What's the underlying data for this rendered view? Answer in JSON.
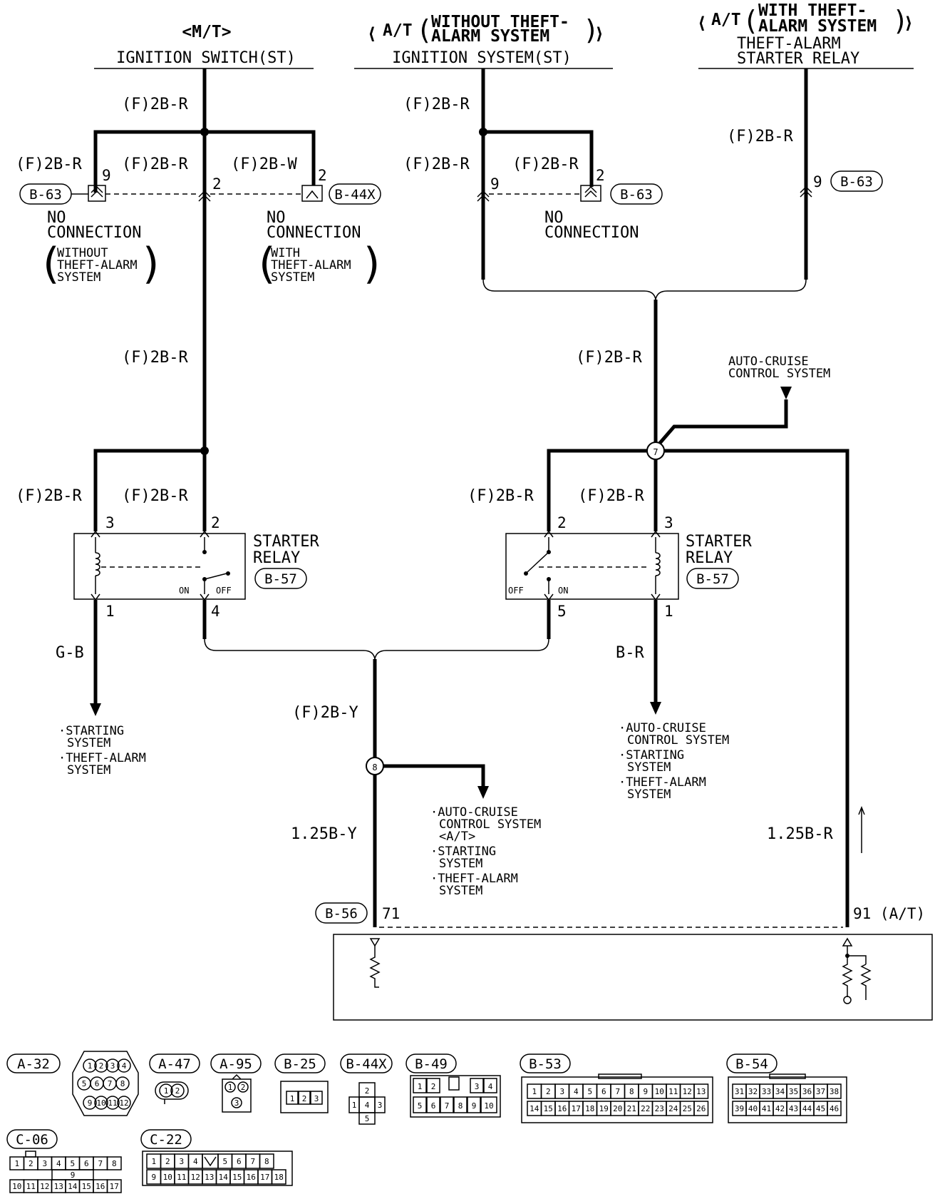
{
  "headers": {
    "mt_mode": "<M/T>",
    "mt_title": "IGNITION SWITCH(ST)",
    "at1_prefix": "A/T",
    "at1_cond_l1": "WITHOUT THEFT-",
    "at1_cond_l2": "ALARM SYSTEM",
    "at1_title": "IGNITION SYSTEM(ST)",
    "at2_prefix": "A/T",
    "at2_cond_l1": "WITH THEFT-",
    "at2_cond_l2": "ALARM SYSTEM",
    "at2_title_l1": "THEFT-ALARM",
    "at2_title_l2": "STARTER RELAY"
  },
  "wires": {
    "f2br": "(F)2B-R",
    "f2bw": "(F)2B-W",
    "f2by": "(F)2B-Y",
    "gb": "G-B",
    "br": "B-R",
    "b125y": "1.25B-Y",
    "b125r": "1.25B-R"
  },
  "connectors": {
    "b63": "B-63",
    "b44x": "B-44X",
    "b57": "B-57",
    "b56": "B-56"
  },
  "pins": {
    "p9": "9",
    "p2": "2",
    "p3": "3",
    "p1": "1",
    "p4": "4",
    "p5": "5",
    "p71": "71",
    "p91": "91 (A/T)"
  },
  "notes": {
    "no_connection_l1": "NO",
    "no_connection_l2": "CONNECTION",
    "without_l1": "WITHOUT",
    "without_l2": "THEFT-ALARM",
    "without_l3": "SYSTEM",
    "with_l1": "WITH",
    "with_l2": "THEFT-ALARM",
    "with_l3": "SYSTEM",
    "starter_relay_l1": "STARTER",
    "starter_relay_l2": "RELAY",
    "on": "ON",
    "off": "OFF",
    "auto_cruise_l1": "AUTO-CRUISE",
    "auto_cruise_l2": "CONTROL SYSTEM",
    "junction_8": "8",
    "junction_7": "7"
  },
  "destinations": {
    "left_1a": "STARTING",
    "left_1b": "SYSTEM",
    "left_2a": "THEFT-ALARM",
    "left_2b": "SYSTEM",
    "mid_1a": "AUTO-CRUISE",
    "mid_1b": "CONTROL SYSTEM",
    "mid_1c": "<A/T>",
    "mid_2a": "STARTING",
    "mid_2b": "SYSTEM",
    "mid_3a": "THEFT-ALARM",
    "mid_3b": "SYSTEM",
    "right_1a": "AUTO-CRUISE",
    "right_1b": "CONTROL SYSTEM",
    "right_2a": "STARTING",
    "right_2b": "SYSTEM",
    "right_3a": "THEFT-ALARM",
    "right_3b": "SYSTEM"
  },
  "connector_views": [
    {
      "id": "A-32",
      "pins": [
        "1",
        "2",
        "3",
        "4",
        "5",
        "6",
        "7",
        "8",
        "9",
        "10",
        "11",
        "12"
      ]
    },
    {
      "id": "A-47",
      "pins": [
        "1",
        "2"
      ]
    },
    {
      "id": "A-95",
      "pins": [
        "1",
        "2",
        "3"
      ]
    },
    {
      "id": "B-25",
      "pins": [
        "1",
        "2",
        "3"
      ]
    },
    {
      "id": "B-44X",
      "pins": [
        "1",
        "2",
        "3",
        "4",
        "5"
      ]
    },
    {
      "id": "B-49",
      "pins": [
        "1",
        "2",
        "3",
        "4",
        "5",
        "6",
        "7",
        "8",
        "9",
        "10"
      ]
    },
    {
      "id": "B-53",
      "pins": [
        "1",
        "2",
        "3",
        "4",
        "5",
        "6",
        "7",
        "8",
        "9",
        "10",
        "11",
        "12",
        "13",
        "14",
        "15",
        "16",
        "17",
        "18",
        "19",
        "20",
        "21",
        "22",
        "23",
        "24",
        "25",
        "26"
      ]
    },
    {
      "id": "B-54",
      "pins": [
        "31",
        "32",
        "33",
        "34",
        "35",
        "36",
        "37",
        "38",
        "39",
        "40",
        "41",
        "42",
        "43",
        "44",
        "45",
        "46"
      ]
    },
    {
      "id": "C-06",
      "pins": [
        "1",
        "2",
        "3",
        "4",
        "5",
        "6",
        "7",
        "8",
        "9",
        "10",
        "11",
        "12",
        "13",
        "14",
        "15",
        "16",
        "17"
      ]
    },
    {
      "id": "C-22",
      "pins": [
        "1",
        "2",
        "3",
        "4",
        "5",
        "6",
        "7",
        "8",
        "9",
        "10",
        "11",
        "12",
        "13",
        "14",
        "15",
        "16",
        "17",
        "18"
      ]
    }
  ]
}
